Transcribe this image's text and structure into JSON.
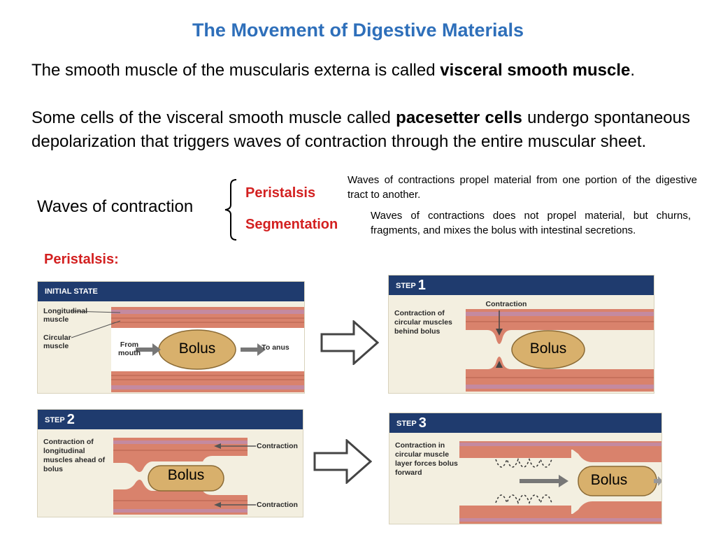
{
  "title": "The Movement of Digestive Materials",
  "intro": {
    "p1_text": "The smooth muscle of the muscularis externa is called ",
    "p1_bold": "visceral smooth muscle",
    "p1_end": ".",
    "p2_text": "Some cells of the visceral smooth muscle called ",
    "p2_bold": "pacesetter cells",
    "p2_end": " undergo spontaneous depolarization that triggers waves of contraction through the entire muscular sheet."
  },
  "waves": {
    "label": "Waves of contraction",
    "peristalsis": "Peristalsis",
    "segmentation": "Segmentation",
    "peristalsis_note": "Waves of contractions propel material from one portion of the digestive tract to another.",
    "segmentation_note": "Waves of contractions does not propel material, but churns, fragments, and mixes the bolus with intestinal secretions."
  },
  "peristalsis_heading": "Peristalsis:",
  "panels": {
    "initial": {
      "header": "INITIAL STATE",
      "longitudinal": "Longitudinal muscle",
      "circular": "Circular muscle",
      "from": "From mouth",
      "to": "To anus",
      "bolus": "Bolus"
    },
    "step1": {
      "header": "STEP",
      "number": "1",
      "desc": "Contraction of circular muscles behind bolus",
      "contraction": "Contraction",
      "bolus": "Bolus"
    },
    "step2": {
      "header": "STEP",
      "number": "2",
      "desc": "Contraction of longitudinal muscles ahead of bolus",
      "contraction_top": "Contraction",
      "contraction_bottom": "Contraction",
      "bolus": "Bolus"
    },
    "step3": {
      "header": "STEP",
      "number": "3",
      "desc": "Contraction in circular muscle layer forces bolus forward",
      "bolus": "Bolus"
    }
  },
  "colors": {
    "title": "#2e6fba",
    "term": "#d32020",
    "header_bar": "#1f3b6e",
    "muscle": "#d9826c",
    "bolus": "#d8b06c"
  }
}
